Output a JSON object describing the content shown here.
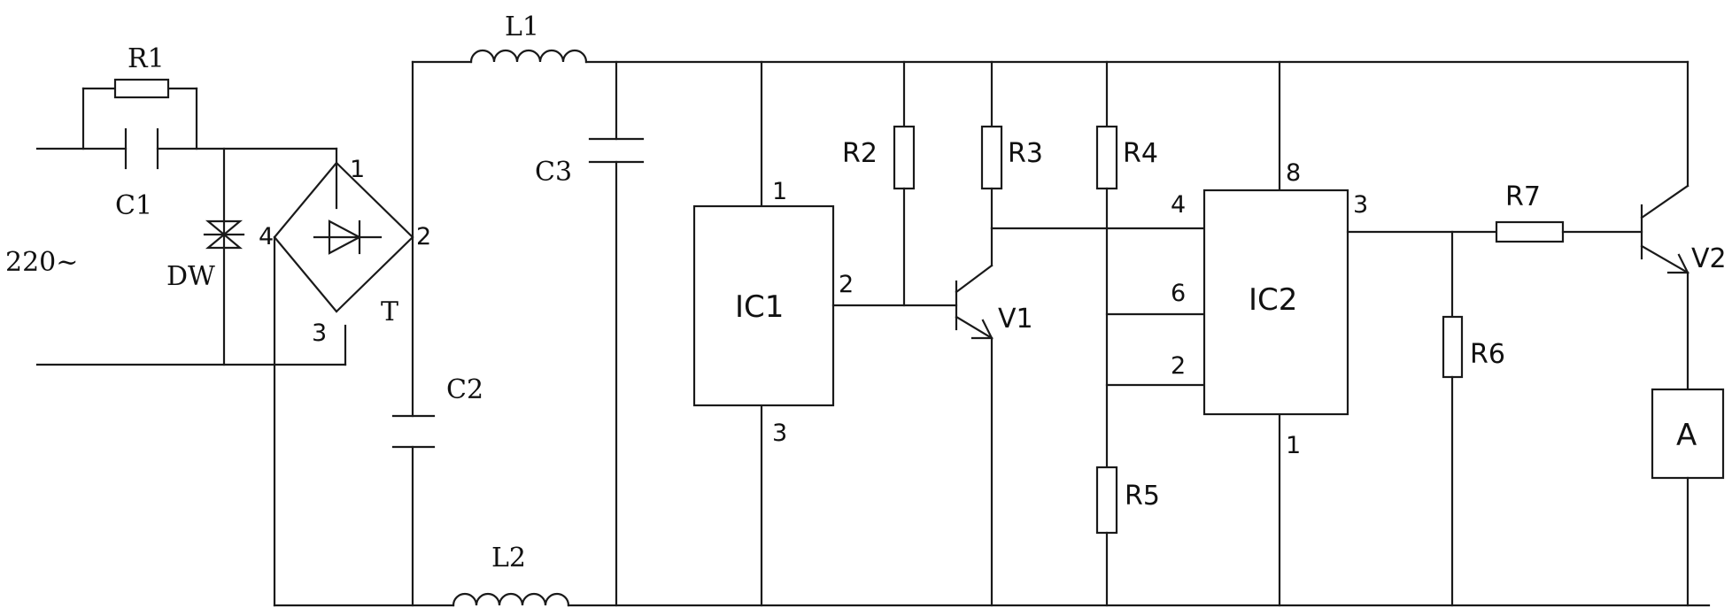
{
  "source": {
    "voltage_label": "220~"
  },
  "components": {
    "R1": "R1",
    "C1": "C1",
    "DW": "DW",
    "T": "T",
    "L1": "L1",
    "L2": "L2",
    "C2": "C2",
    "C3": "C3",
    "IC1": "IC1",
    "IC2": "IC2",
    "R2": "R2",
    "R3": "R3",
    "R4": "R4",
    "R5": "R5",
    "R6": "R6",
    "R7": "R7",
    "V1": "V1",
    "V2": "V2",
    "A": "A"
  },
  "pins": {
    "bridge": {
      "p1": "1",
      "p2": "2",
      "p3": "3",
      "p4": "4"
    },
    "ic1": {
      "p1": "1",
      "p2": "2",
      "p3": "3"
    },
    "ic2": {
      "p8": "8",
      "p4": "4",
      "p3": "3",
      "p6": "6",
      "p2": "2",
      "p1": "1"
    }
  }
}
